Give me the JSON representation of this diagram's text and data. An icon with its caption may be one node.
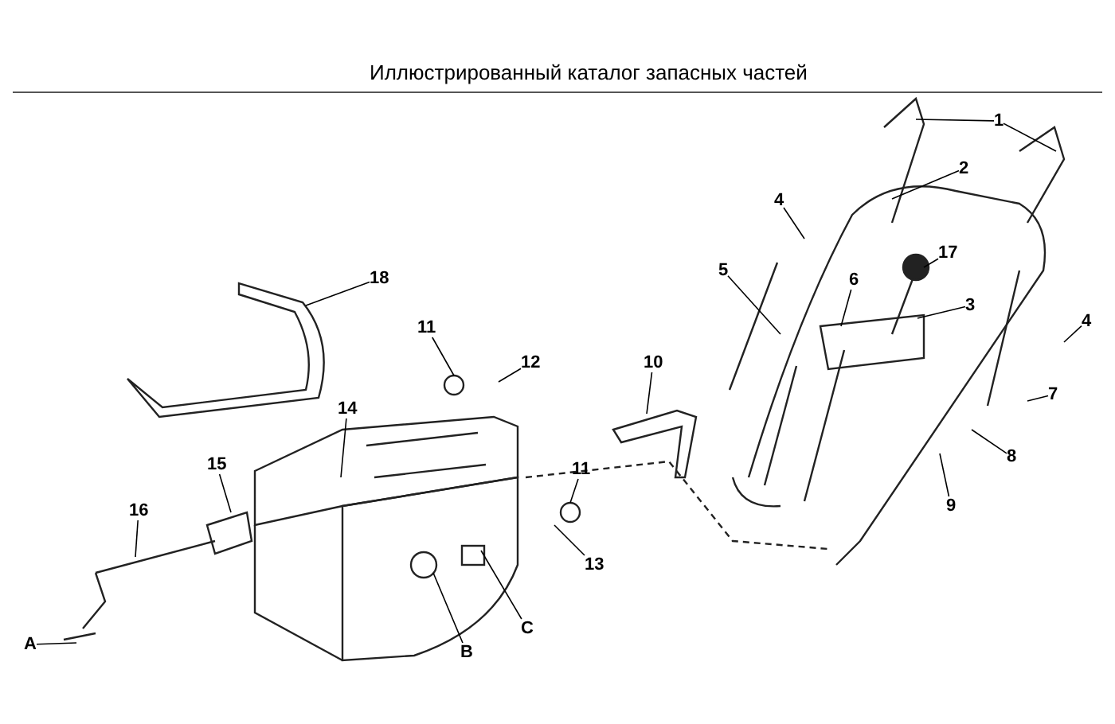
{
  "diagram": {
    "title": "Иллюстрированный каталог запасных частей",
    "nodes": [
      {
        "text": [
          "1"
        ]
      },
      {
        "text": [
          "2"
        ]
      },
      {
        "text": [
          "4"
        ]
      },
      {
        "text": [
          "17"
        ]
      },
      {
        "text": [
          "5"
        ]
      },
      {
        "text": [
          "6"
        ]
      },
      {
        "text": [
          "3"
        ]
      },
      {
        "text": [
          "18"
        ]
      },
      {
        "text": [
          "4"
        ]
      },
      {
        "text": [
          "11"
        ]
      },
      {
        "text": [
          "10"
        ]
      },
      {
        "text": [
          "12"
        ]
      },
      {
        "text": [
          "7"
        ]
      },
      {
        "text": [
          "14"
        ]
      },
      {
        "text": [
          "15"
        ]
      },
      {
        "text": [
          "11"
        ]
      },
      {
        "text": [
          "8"
        ]
      },
      {
        "text": [
          "9"
        ]
      },
      {
        "text": [
          "16"
        ]
      },
      {
        "text": [
          "13"
        ]
      },
      {
        "text": [
          "A"
        ]
      },
      {
        "text": [
          "B"
        ]
      },
      {
        "text": [
          "C"
        ]
      }
    ],
    "edges": [
      {
        "from": 0,
        "to": null,
        "arrow": "none"
      },
      {
        "from": 0,
        "to": null,
        "arrow": "none"
      },
      {
        "from": 1,
        "to": null,
        "arrow": "none"
      },
      {
        "from": 2,
        "to": null,
        "arrow": "none"
      },
      {
        "from": 3,
        "to": null,
        "arrow": "none"
      },
      {
        "from": 4,
        "to": null,
        "arrow": "none"
      },
      {
        "from": 5,
        "to": null,
        "arrow": "none"
      },
      {
        "from": 6,
        "to": null,
        "arrow": "none"
      },
      {
        "from": 7,
        "to": null,
        "arrow": "none"
      },
      {
        "from": 8,
        "to": null,
        "arrow": "none"
      },
      {
        "from": 9,
        "to": null,
        "arrow": "none"
      },
      {
        "from": 10,
        "to": null,
        "arrow": "none"
      },
      {
        "from": 11,
        "to": null,
        "arrow": "none"
      },
      {
        "from": 12,
        "to": null,
        "arrow": "none"
      },
      {
        "from": 13,
        "to": null,
        "arrow": "none"
      },
      {
        "from": 14,
        "to": null,
        "arrow": "none"
      },
      {
        "from": 15,
        "to": null,
        "arrow": "none"
      },
      {
        "from": 16,
        "to": null,
        "arrow": "none"
      },
      {
        "from": 17,
        "to": null,
        "arrow": "none"
      },
      {
        "from": 18,
        "to": null,
        "arrow": "none"
      },
      {
        "from": 19,
        "to": null,
        "arrow": "none"
      },
      {
        "from": 20,
        "to": null,
        "arrow": "none"
      },
      {
        "from": 21,
        "to": null,
        "arrow": "none"
      },
      {
        "from": 22,
        "to": null,
        "arrow": "none"
      }
    ]
  }
}
